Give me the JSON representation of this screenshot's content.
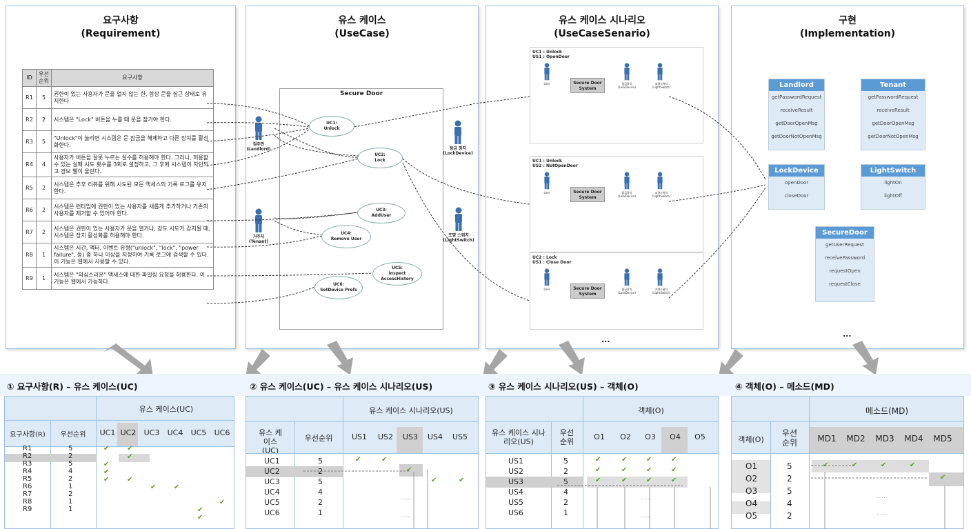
{
  "panels": {
    "requirement": {
      "title": "요구사항",
      "subtitle": "(Requirement)"
    },
    "usecase": {
      "title": "유스 케이스",
      "subtitle": "(UseCase)"
    },
    "scenario": {
      "title": "유스 케이스 시나리오",
      "subtitle": "(UseCaseSenario)"
    },
    "implementation": {
      "title": "구현",
      "subtitle": "(Implementation)"
    }
  },
  "req_table": {
    "headers": [
      "ID",
      "우선순위",
      "요구사항"
    ],
    "rows": [
      {
        "id": "R1",
        "priority": "5",
        "text": "권한이 있는 사용자가 문을 열지 않는 한, 항상 문을 잠근 상태로 유지한다"
      },
      {
        "id": "R2",
        "priority": "2",
        "text": "시스템은 \"Lock\" 버튼을 누를 때 문을 잠가야 한다."
      },
      {
        "id": "R3",
        "priority": "5",
        "text": "\"Unlock\"이 눌리면 시스템은 문 잠금을 해제하고 다른 장치를 활성화한다."
      },
      {
        "id": "R4",
        "priority": "4",
        "text": "사용자가 버튼을 잘못 누르는 실수를 허용해야 한다. 그러나, 허용할 수 있는 실패 시도 횟수를 3회로 설정하고, 그 후에 시스템이 차단되고 경보 벨이 울린다."
      },
      {
        "id": "R5",
        "priority": "2",
        "text": "시스템은 추후 리뷰를 위해 시도된 모든 액세스의 기록 로그를 유지한다."
      },
      {
        "id": "R6",
        "priority": "2",
        "text": "시스템은 런타임에 권한이 있는 사용자를 새롭게 추가하거나 기존의 사용자를 제거할 수 있어야 한다."
      },
      {
        "id": "R7",
        "priority": "2",
        "text": "시스템은 권한이 있는 사용자가 문을 열거나, 강도 시도가 감지될 때, 시스템은 장치 활성화를 허용해야 한다."
      },
      {
        "id": "R8",
        "priority": "1",
        "text": "시스템은 시간, 액터, 이벤트 유형(\"unlock\", \"lock\", \"power failure\", 등) 중 하나 이상을 지정하여 기록 로그에 검색할 수 있다. 이 기능은 웹에서 사용할 수 있다."
      },
      {
        "id": "R9",
        "priority": "1",
        "text": "시스템은 \"의심스러운\" 액세스에 대한 파일링 요청을 허용한다. 이 기능은 웹에서 가능하다."
      }
    ]
  },
  "usecase": {
    "system": "Secure Door",
    "cases": [
      {
        "id": "UC1:",
        "name": "Unlock"
      },
      {
        "id": "UC2:",
        "name": "Lock"
      },
      {
        "id": "UC3:",
        "name": "AddUser"
      },
      {
        "id": "UC4:",
        "name": "Remove User"
      },
      {
        "id": "UC5:",
        "name": "Inspect AccessHistory"
      },
      {
        "id": "UC6:",
        "name": "SetDevice Prefs"
      }
    ],
    "actors": {
      "landlord": {
        "ko": "집주인",
        "en": "(Landlord)"
      },
      "tenant": {
        "ko": "거주자",
        "en": "(Tenant)"
      },
      "lockdevice": {
        "ko": "잠금 장치",
        "en": "(LockDevice)"
      },
      "lightswitch": {
        "ko": "조명 스위치",
        "en": "(LightSwitch)"
      }
    }
  },
  "scenarios": [
    {
      "h1": "UC1 : Unlock",
      "h2": "US1 : OpenDoor"
    },
    {
      "h1": "UC1 : Unlock",
      "h2": "US2 : NotOpenDoor"
    },
    {
      "h1": "UC2 : Lock",
      "h2": "US1 : Close Door"
    }
  ],
  "scenario_common": {
    "system": "Secure Door System",
    "user": "User",
    "lock": "잠금장치 (LockDevice)",
    "light": "조명스위치 (LightSwitch)",
    "more": "..."
  },
  "classes": [
    {
      "name": "Landlord",
      "methods": [
        "getPasswordRequest",
        "receiveResult",
        "getDoorOpenMsg",
        "getDoorNotOpenMsg",
        "..."
      ]
    },
    {
      "name": "Tenant",
      "methods": [
        "getPasswordRequest",
        "receiveResult",
        "getDoorOpenMsg",
        "getDoorNotOpenMsg",
        "..."
      ]
    },
    {
      "name": "LockDevice",
      "methods": [
        "openDoor",
        "closeDoor",
        "..."
      ]
    },
    {
      "name": "LightSwitch",
      "methods": [
        "lightOn",
        "lightOff",
        "..."
      ]
    },
    {
      "name": "SecureDoor",
      "methods": [
        "getUserRequest",
        "receivePassword",
        "requestOpen",
        "requestClose",
        "..."
      ]
    }
  ],
  "impl_more": "...",
  "bottom": {
    "t1": "① 요구사항(R) – 유스 케이스(UC)",
    "t2": "② 유스 케이스(UC) – 유스 케이스 시나리오(US)",
    "t3": "③ 유스 케이스 시나리오(US) – 객체(O)",
    "t4": "④ 객체(O) – 메소드(MD)",
    "m1": {
      "top": "유스 케이스(UC)",
      "h1": "요구사항(R)",
      "h2": "우선순위",
      "cols": [
        "UC1",
        "UC2",
        "UC3",
        "UC4",
        "UC5",
        "UC6"
      ],
      "rows": [
        "R1",
        "R2",
        "R3",
        "R4",
        "R5",
        "R6",
        "R7",
        "R8",
        "R9"
      ],
      "pri": [
        "5",
        "2",
        "5",
        "4",
        "2",
        "1",
        "2",
        "1",
        "1"
      ]
    },
    "m2": {
      "top": "유스 케이스 시나리오(US)",
      "h1": "유스 케이스(UC)",
      "h2": "우선순위",
      "cols": [
        "US1",
        "US2",
        "US3",
        "US4",
        "US5"
      ],
      "rows": [
        "UC1",
        "UC2",
        "UC3",
        "UC4",
        "UC5",
        "UC6"
      ],
      "pri": [
        "5",
        "2",
        "5",
        "4",
        "2",
        "1"
      ],
      "dots": "......"
    },
    "m3": {
      "top": "객체(O)",
      "h1": "유스 케이스 시나리오(US)",
      "h2": "우선순위",
      "cols": [
        "O1",
        "O2",
        "O3",
        "O4",
        "O5"
      ],
      "rows": [
        "US1",
        "US2",
        "US3",
        "US4",
        "US5",
        "US6"
      ],
      "pri": [
        "5",
        "2",
        "5",
        "4",
        "2",
        "1"
      ],
      "dots": "......"
    },
    "m4": {
      "top": "메소드(MD)",
      "h1": "객체(O)",
      "h2": "우선순위",
      "cols": [
        "MD1",
        "MD2",
        "MD3",
        "MD4",
        "MD5"
      ],
      "rows": [
        "O1",
        "O2",
        "O3",
        "O4",
        "O5"
      ],
      "pri": [
        "5",
        "2",
        "5",
        "4",
        "2"
      ],
      "dots": "......"
    },
    "check": "✔"
  },
  "colors": {
    "accent": "#5b9bd5",
    "border": "#9cc3e6",
    "check": "#5a9e1e",
    "highlight": "#d0d0d0"
  }
}
